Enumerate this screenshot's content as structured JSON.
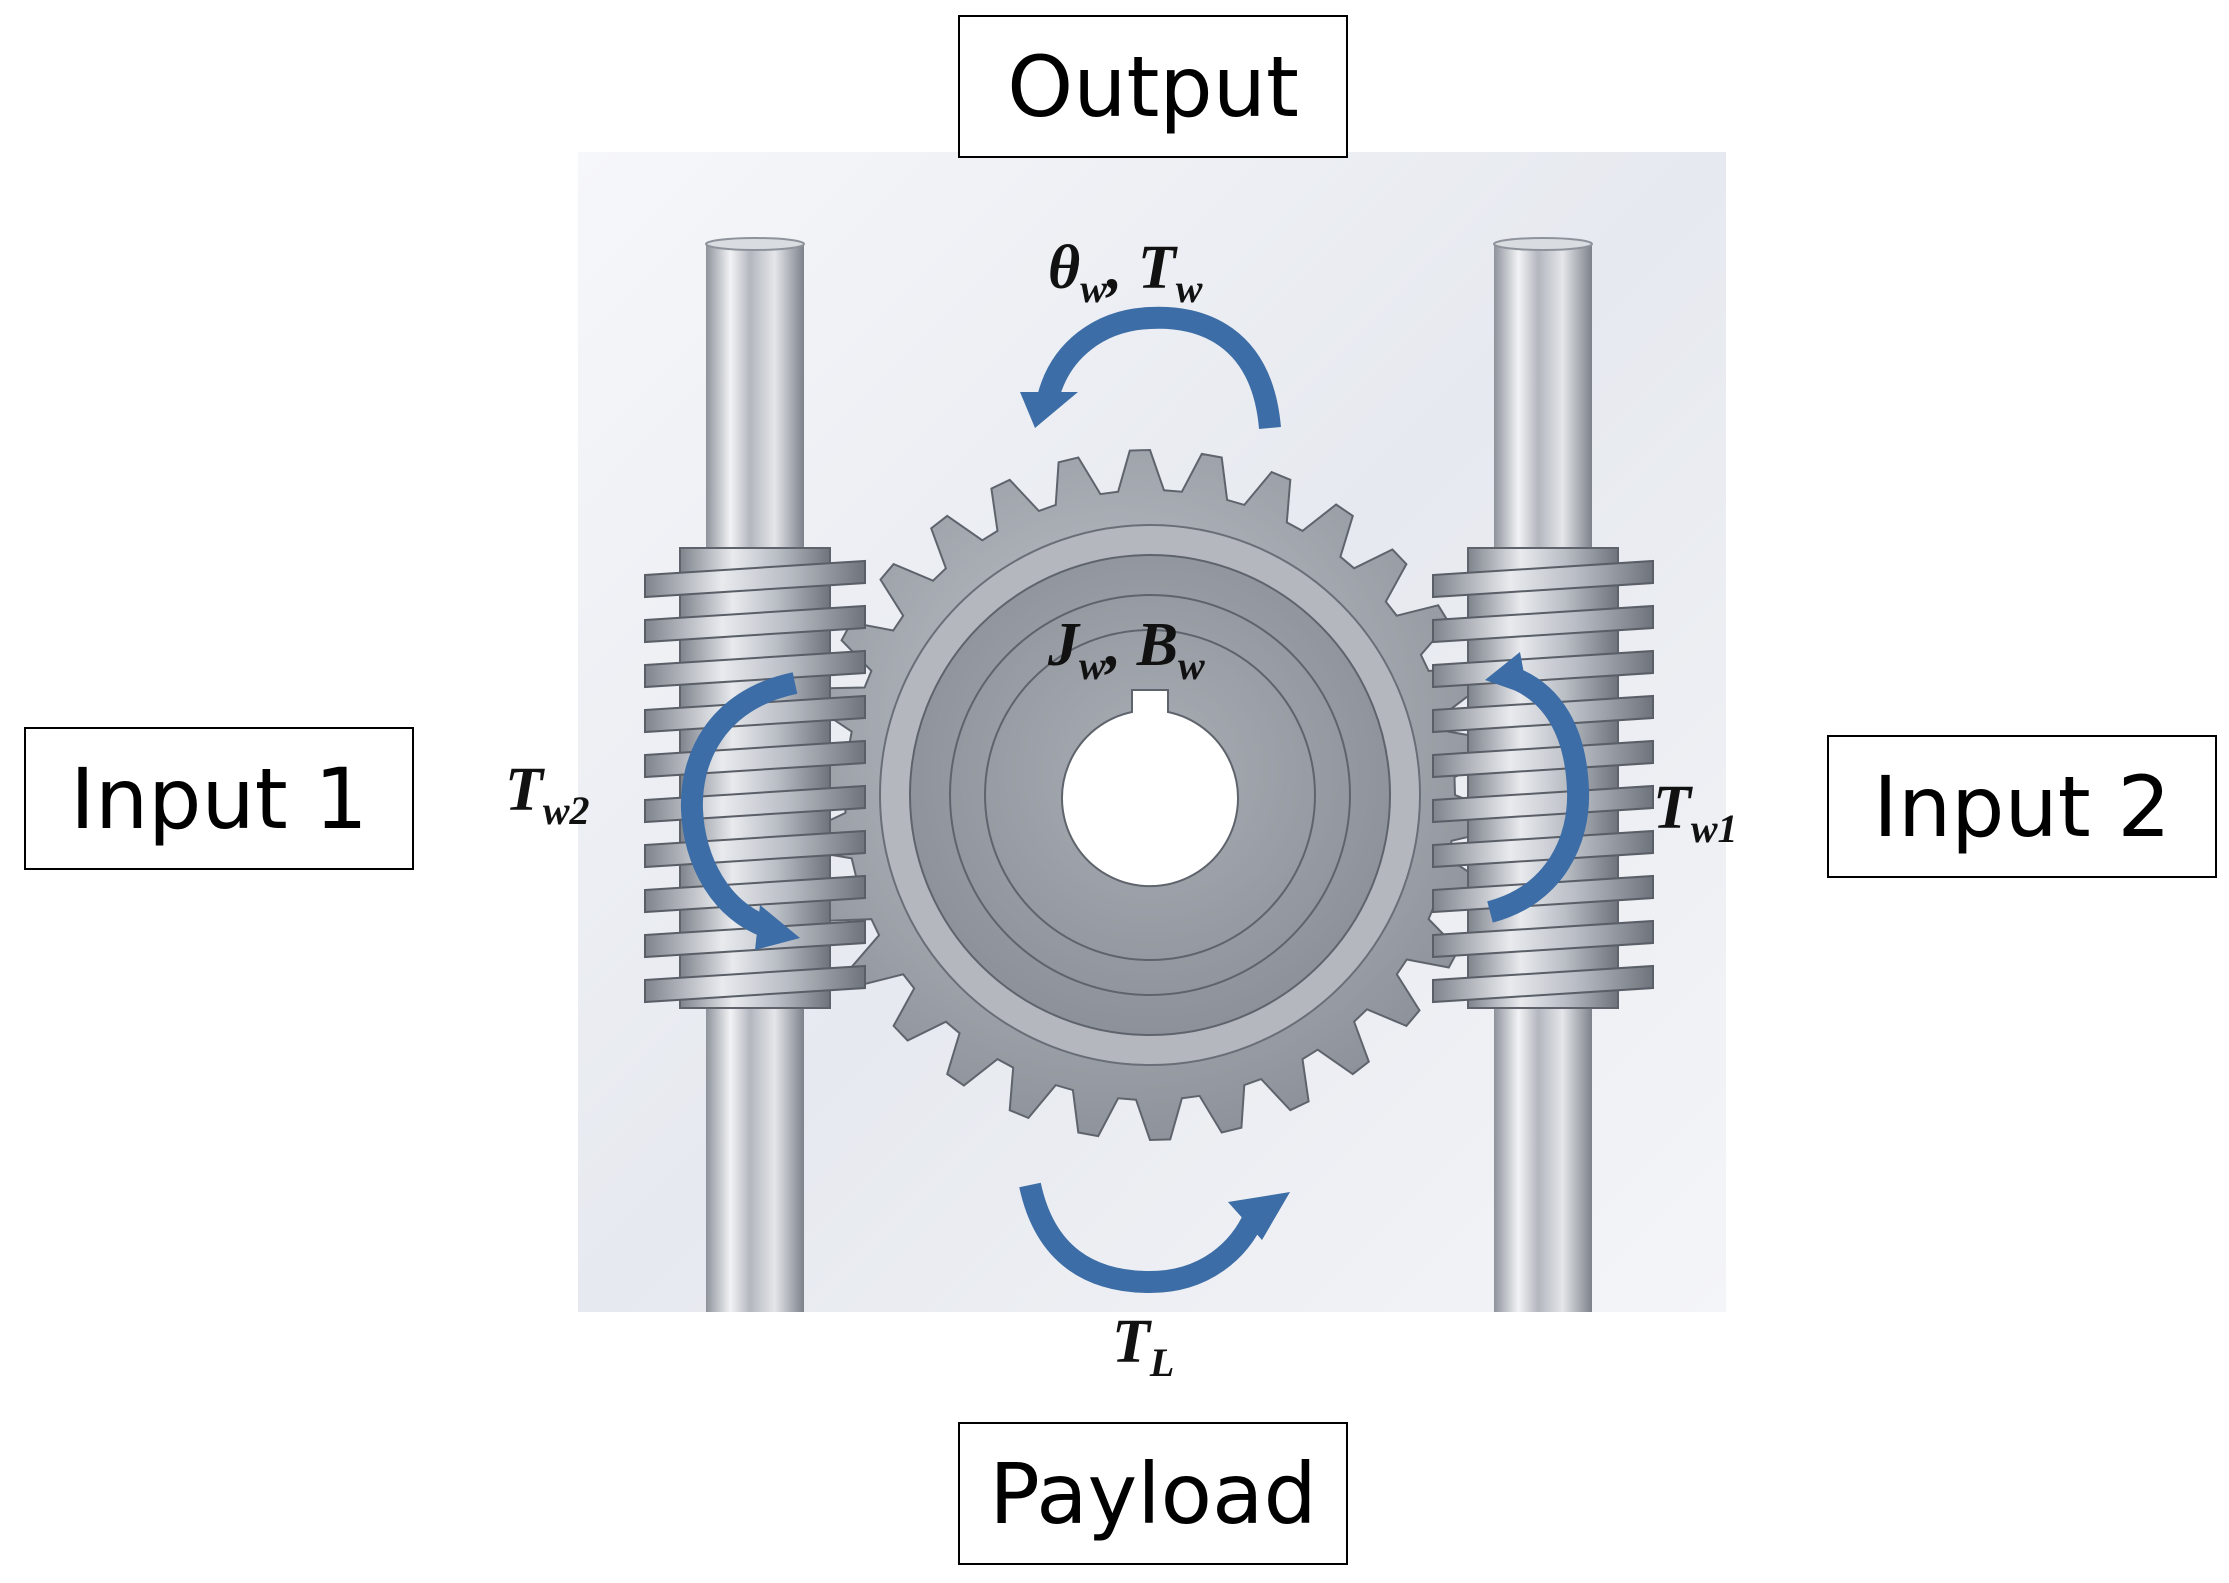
{
  "labels": {
    "output": "Output",
    "payload": "Payload",
    "input1": "Input 1",
    "input2": "Input 2"
  },
  "symbols": {
    "output_theta": "θ",
    "output_theta_sub": "w",
    "output_sep": ", ",
    "output_T": "T",
    "output_T_sub": "w",
    "inertia_J": "J",
    "inertia_J_sub": "w",
    "inertia_sep": ", ",
    "inertia_B": "B",
    "inertia_B_sub": "w",
    "left_T": "T",
    "left_T_sub": "w2",
    "right_T": "T",
    "right_T_sub": "w1",
    "load_T": "T",
    "load_T_sub": "L"
  },
  "colors": {
    "arrow": "#3d6da6",
    "gear": "#9ea3ab",
    "shaft": "#c4c8ce",
    "background_panel": "#eef0f4"
  }
}
